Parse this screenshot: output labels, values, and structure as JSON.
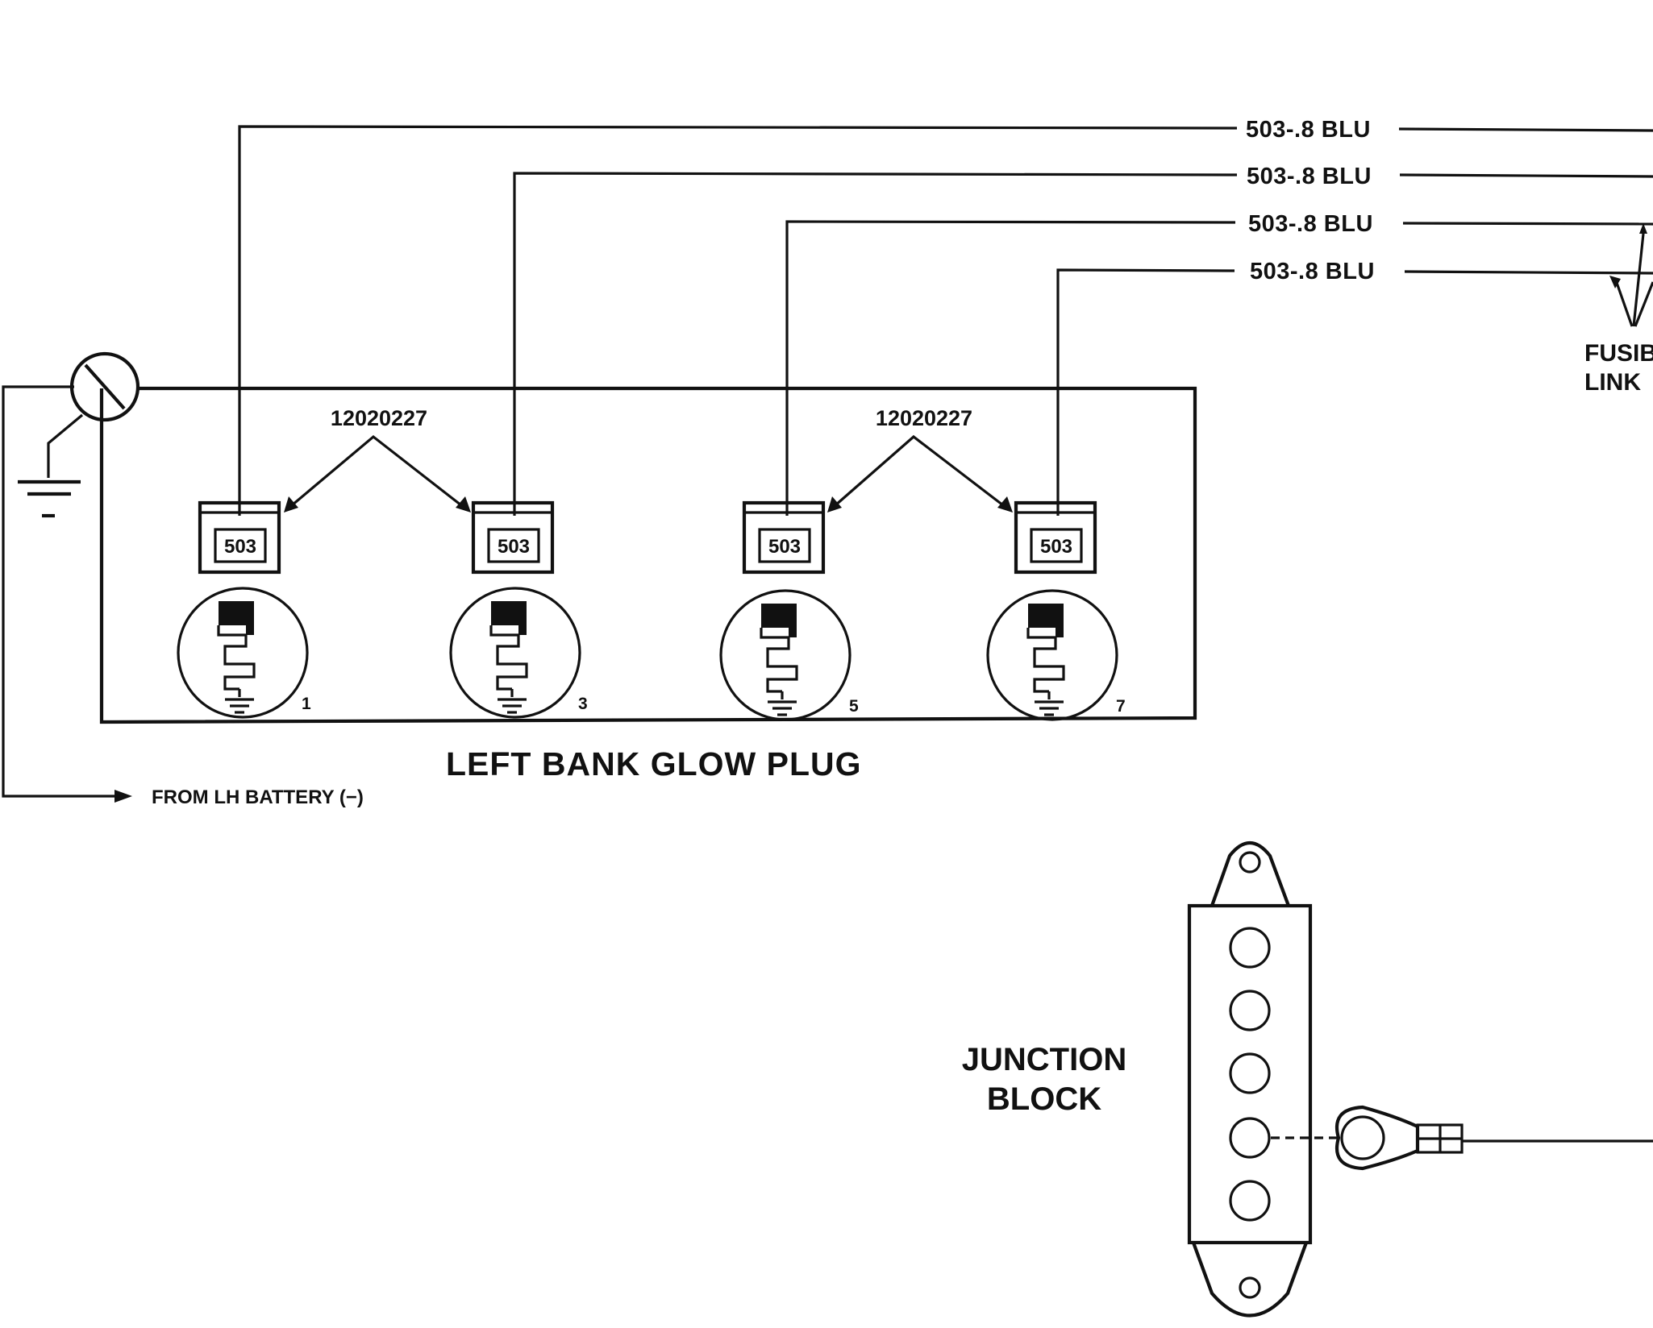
{
  "wires": [
    {
      "label": "503-.8 BLU"
    },
    {
      "label": "503-.8 BLU"
    },
    {
      "label": "503-.8 BLU"
    },
    {
      "label": "503-.8 BLU"
    }
  ],
  "connector_part_labels": [
    "12020227",
    "12020227"
  ],
  "plugs": [
    {
      "terminal": "503",
      "cylinder": "1"
    },
    {
      "terminal": "503",
      "cylinder": "3"
    },
    {
      "terminal": "503",
      "cylinder": "5"
    },
    {
      "terminal": "503",
      "cylinder": "7"
    }
  ],
  "bank_title": "LEFT BANK GLOW PLUG",
  "battery_label": "FROM LH BATTERY (−)",
  "fusible_link": {
    "line1": "FUSIB",
    "line2": "LINK"
  },
  "junction_block": {
    "line1": "JUNCTION",
    "line2": "BLOCK"
  }
}
